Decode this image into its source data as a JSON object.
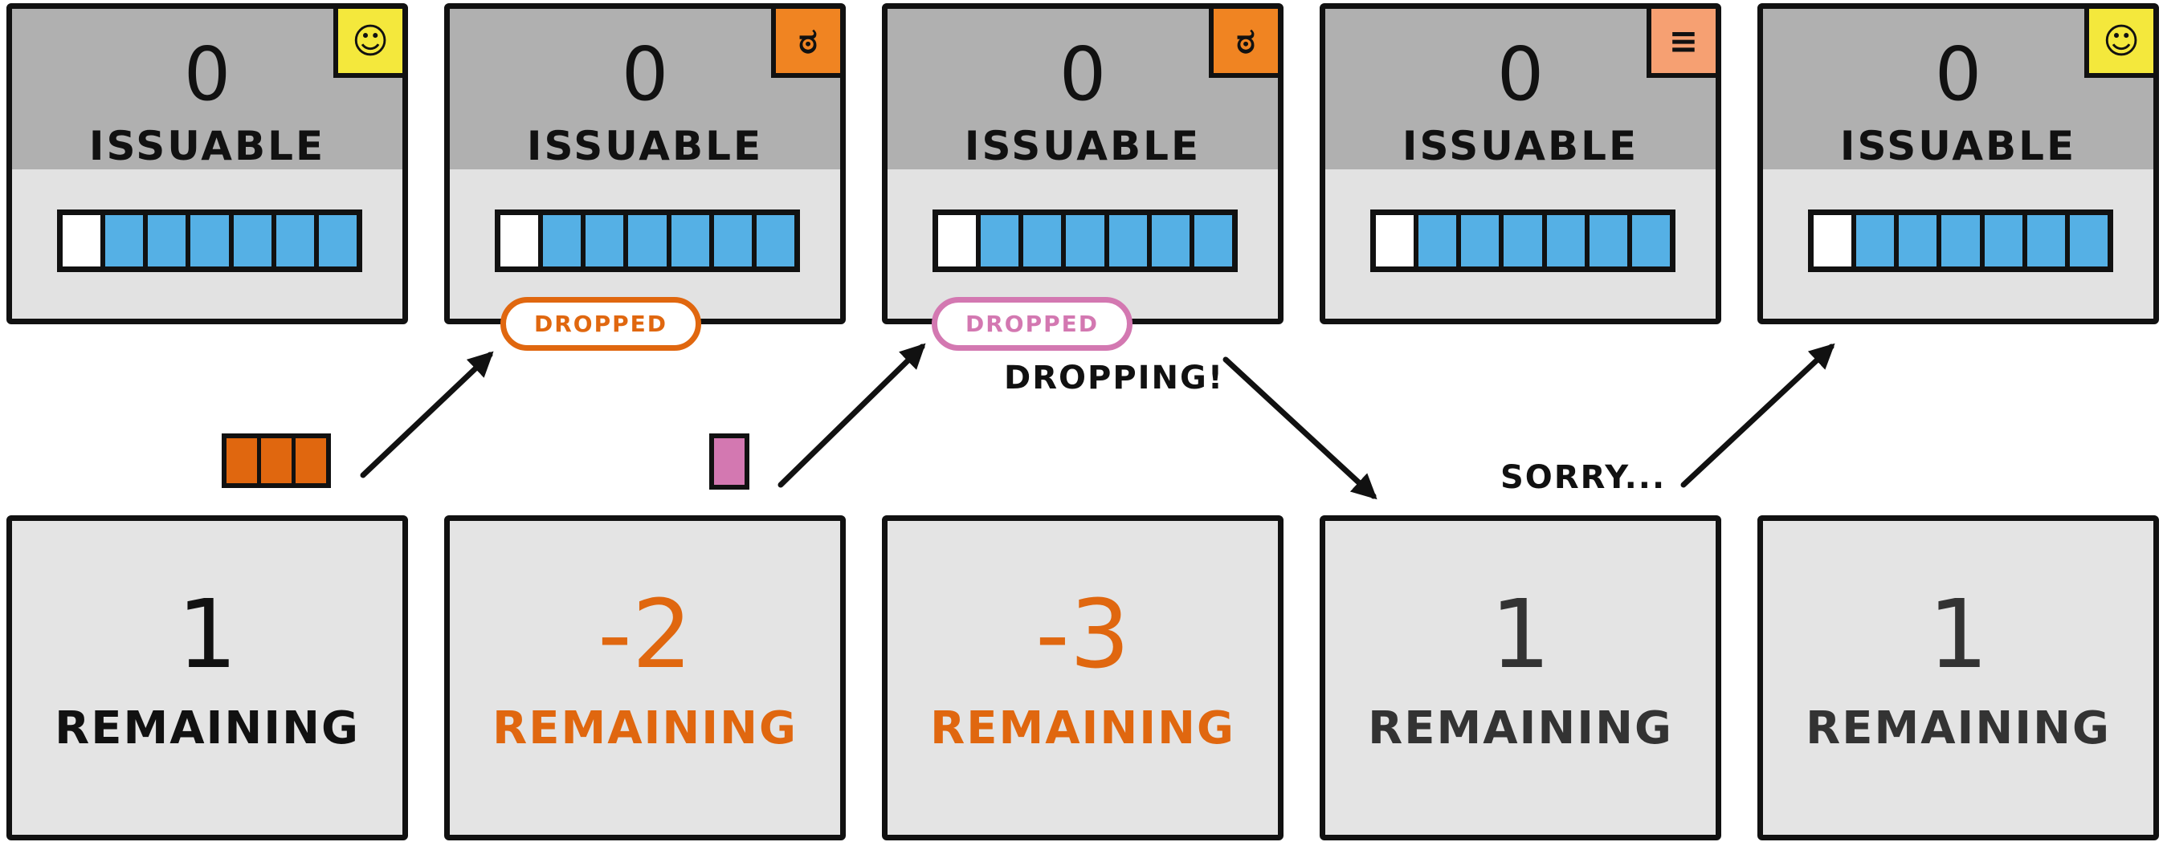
{
  "colors": {
    "orange": "#e0670f",
    "pink": "#d378b1",
    "blue": "#55b0e5",
    "happy_yellow": "#f4e83c",
    "angry_orange": "#f08422",
    "meh_peach": "#f6a072"
  },
  "frames": [
    {
      "count": "0",
      "label": "ISSUABLE",
      "face_icon": "smiley-face-icon",
      "face_color": "#f4e83c",
      "face_glyph": "☺",
      "bar_total": 7,
      "bar_empty": 1,
      "remaining": "1",
      "remaining_label": "REMAINING",
      "remaining_color": "#111111"
    },
    {
      "count": "0",
      "label": "ISSUABLE",
      "face_icon": "angry-face-icon",
      "face_color": "#f08422",
      "face_glyph": "ಠ",
      "bar_total": 7,
      "bar_empty": 1,
      "remaining": "-2",
      "remaining_label": "REMAINING",
      "remaining_color": "#e0670f"
    },
    {
      "count": "0",
      "label": "ISSUABLE",
      "face_icon": "angry-face-icon",
      "face_color": "#f08422",
      "face_glyph": "ಠ",
      "bar_total": 7,
      "bar_empty": 1,
      "remaining": "-3",
      "remaining_label": "REMAINING",
      "remaining_color": "#e0670f"
    },
    {
      "count": "0",
      "label": "ISSUABLE",
      "face_icon": "neutral-face-icon",
      "face_color": "#f6a072",
      "face_glyph": "≡",
      "bar_total": 7,
      "bar_empty": 1,
      "remaining": "1",
      "remaining_label": "REMAINING",
      "remaining_color": "#333333"
    },
    {
      "count": "0",
      "label": "ISSUABLE",
      "face_icon": "smiley-face-icon",
      "face_color": "#f4e83c",
      "face_glyph": "☺",
      "bar_total": 7,
      "bar_empty": 1,
      "remaining": "1",
      "remaining_label": "REMAINING",
      "remaining_color": "#333333"
    }
  ],
  "tags": [
    {
      "text": "DROPPED",
      "color": "#e0670f"
    },
    {
      "text": "DROPPED",
      "color": "#d378b1"
    }
  ],
  "notes": {
    "dropping": "DROPPING!",
    "sorry": "SORRY..."
  },
  "tokens": [
    {
      "cells": 3,
      "color": "#e0670f"
    },
    {
      "cells": 1,
      "color": "#d378b1"
    }
  ]
}
